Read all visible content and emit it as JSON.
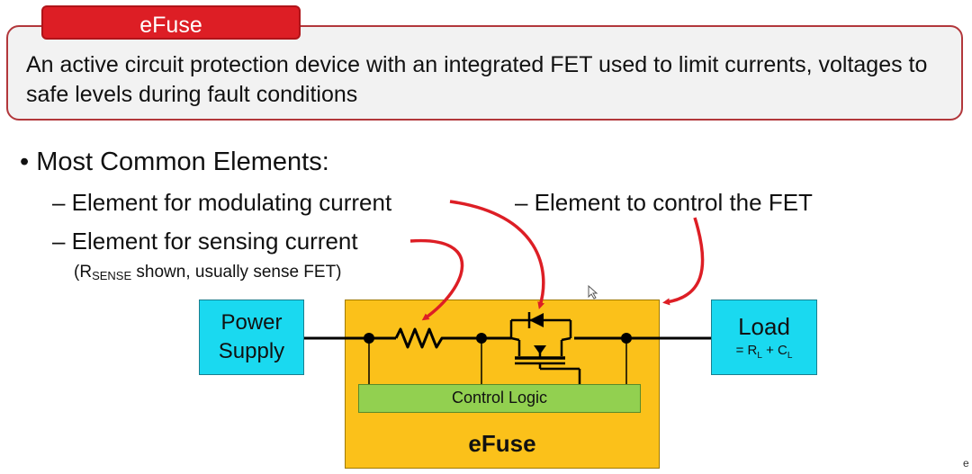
{
  "header": {
    "tag": "eFuse",
    "definition": "An active circuit protection device with an integrated FET used to limit currents, voltages to safe levels during fault conditions"
  },
  "list": {
    "heading": "• Most Common Elements:",
    "items": [
      "– Element for modulating current",
      "– Element for sensing current",
      "– Element to control the FET"
    ],
    "note": {
      "pre": "(R",
      "sub": "SENSE",
      "post": " shown, usually sense FET)"
    }
  },
  "diagram": {
    "power_supply": "Power Supply",
    "load_title": "Load",
    "load_formula": {
      "a": "= R",
      "a_sub": "L",
      "b": " + C",
      "b_sub": "L"
    },
    "control_logic": "Control Logic",
    "efuse_label": "eFuse"
  },
  "corner_text": "e",
  "colors": {
    "tag": "#dd1e25",
    "box_border": "#b2373b",
    "cyan": "#1ad9f0",
    "efuse": "#fbc11a",
    "control": "#92d050",
    "arrow": "#dd1e25"
  }
}
